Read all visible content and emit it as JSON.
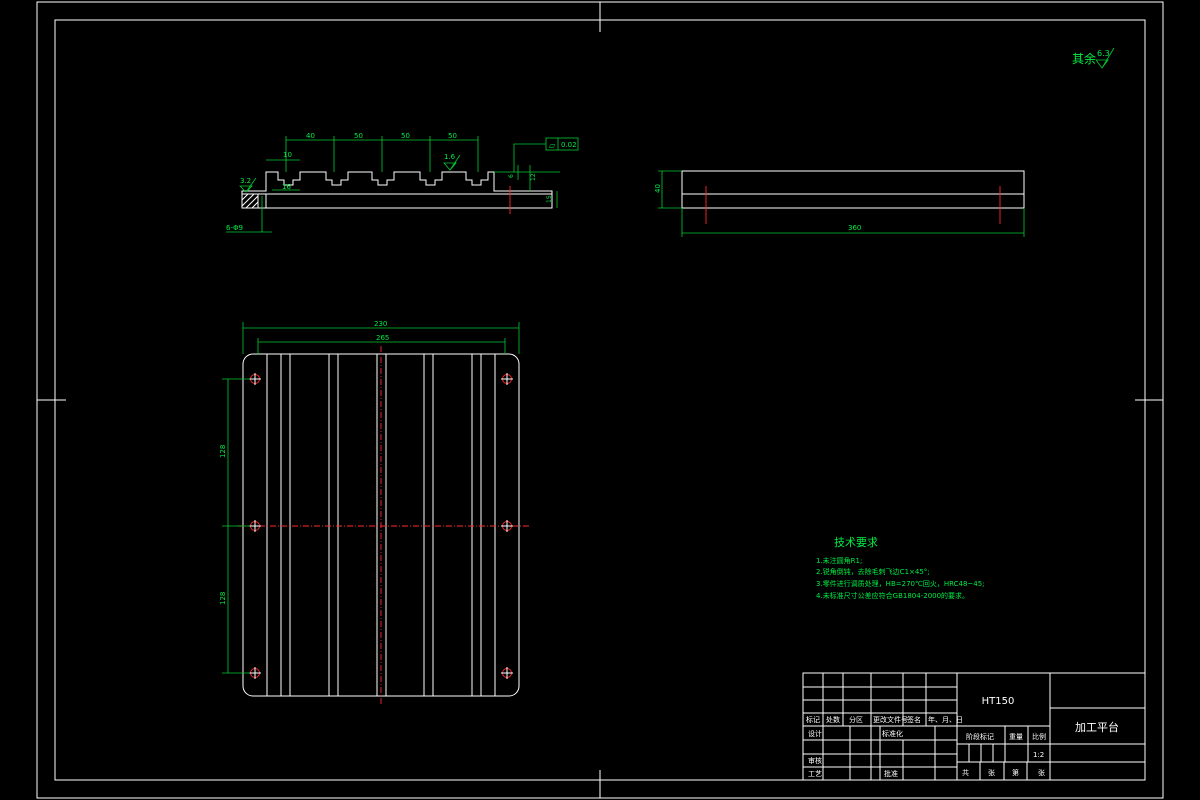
{
  "drawing": {
    "roughness_note": {
      "label": "其余",
      "value": "6.3"
    },
    "section_view": {
      "dims": {
        "pitch_1": "40",
        "pitch_2": "50",
        "pitch_3": "50",
        "pitch_4": "50",
        "slot_width_top": "10",
        "slot_width_bottom": "16",
        "height_small": "6",
        "height_mid": "12",
        "height_total": "15",
        "hole_spec": "6-Φ9",
        "roughness_left": "3.2",
        "roughness_top": "1.6"
      },
      "flatness": {
        "symbol": "⏥",
        "value": "0.02"
      }
    },
    "side_view": {
      "height": "40",
      "length": "360"
    },
    "plan_view": {
      "width_overall": "230",
      "width_inner": "265",
      "pitch_upper": "128",
      "pitch_lower": "128"
    },
    "tech_requirements": {
      "title": "技术要求",
      "items": [
        "1.未注圆角R1;",
        "2.锐角倒钝，去除毛刺飞边C1×45°;",
        "3.零件进行调质处理，HB=270℃回火，HRC48~45;",
        "4.未标准尺寸公差应符合GB1804-2000的要求。"
      ]
    },
    "title_block": {
      "material": "HT150",
      "drawing_name": "加工平台",
      "header_labels": [
        "标记",
        "处数",
        "分区",
        "更改文件号",
        "签名",
        "年、月、日"
      ],
      "row_design": "设计",
      "row_standard": "标准化",
      "row_review": "审核",
      "row_process": "工艺",
      "row_approve": "批准",
      "stage_mark": "阶段标记",
      "weight": "重量",
      "scale_label": "比例",
      "scale_value": "1:2",
      "sheets_total": "共",
      "sheets_unit": "张",
      "sheet_no": "第",
      "sheet_unit": "张"
    }
  }
}
